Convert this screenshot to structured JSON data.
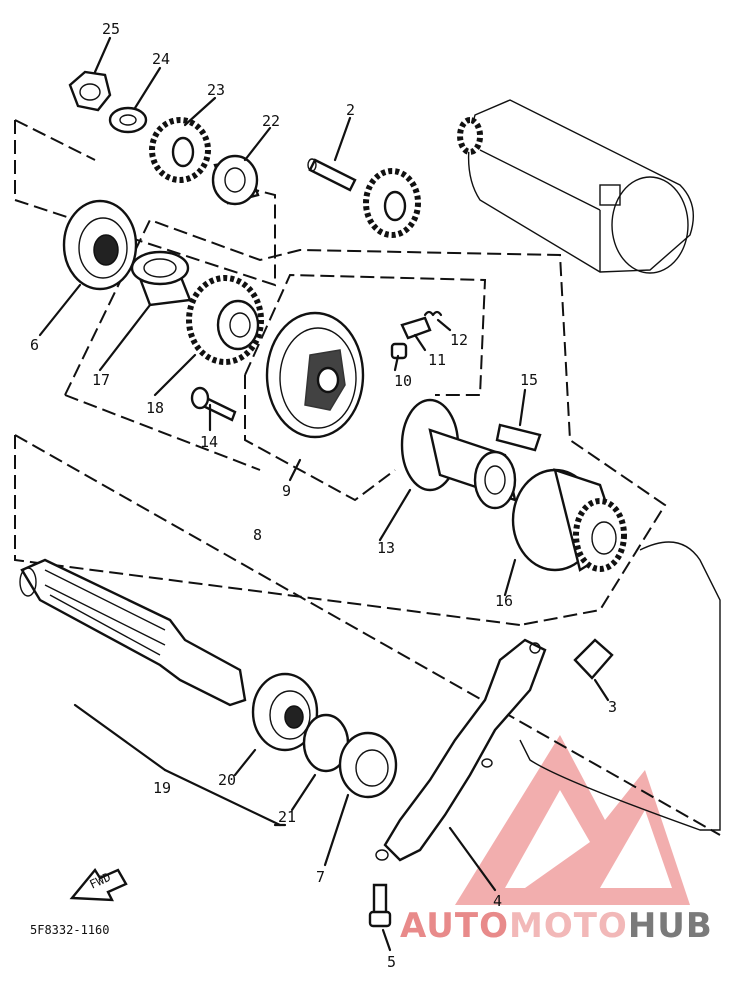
{
  "callouts": [
    {
      "id": "1",
      "label": "2"
    },
    {
      "id": "2",
      "label": "3"
    },
    {
      "id": "3",
      "label": "4"
    },
    {
      "id": "4",
      "label": "5"
    },
    {
      "id": "5",
      "label": "6"
    },
    {
      "id": "6",
      "label": "7"
    },
    {
      "id": "7",
      "label": "8"
    },
    {
      "id": "8",
      "label": "9"
    },
    {
      "id": "9",
      "label": "10"
    },
    {
      "id": "10",
      "label": "11"
    },
    {
      "id": "11",
      "label": "12"
    },
    {
      "id": "12",
      "label": "13"
    },
    {
      "id": "13",
      "label": "14"
    },
    {
      "id": "14",
      "label": "15"
    },
    {
      "id": "15",
      "label": "16"
    },
    {
      "id": "16",
      "label": "17"
    },
    {
      "id": "17",
      "label": "18"
    },
    {
      "id": "18",
      "label": "19"
    },
    {
      "id": "19",
      "label": "20"
    },
    {
      "id": "20",
      "label": "21"
    },
    {
      "id": "21",
      "label": "22"
    },
    {
      "id": "22",
      "label": "23"
    },
    {
      "id": "23",
      "label": "24"
    },
    {
      "id": "24",
      "label": "25"
    }
  ],
  "fwd_label": "FWD",
  "diagram_code": "5F8332-1160",
  "watermark": {
    "part1": "AUTO",
    "part2": "MOTO",
    "part3": "HUB",
    "color_red": "#e88a8a",
    "color_pink": "#f2b8b8",
    "color_grey": "#7a7a7a"
  }
}
